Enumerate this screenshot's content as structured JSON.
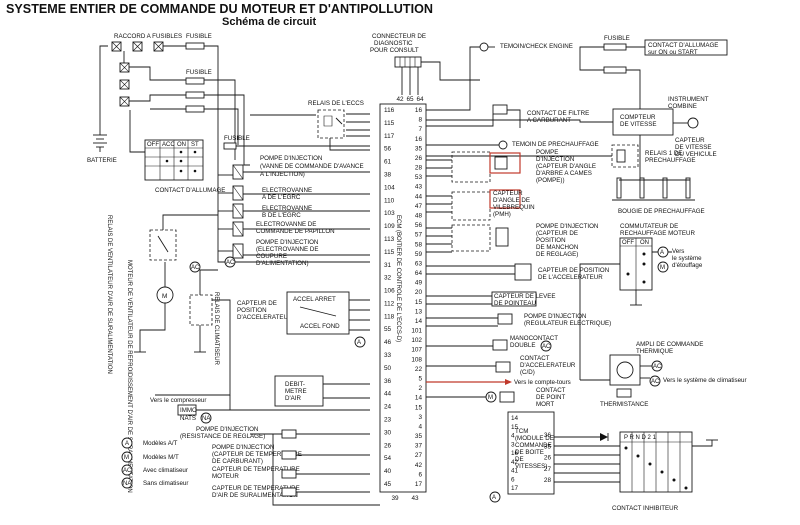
{
  "title": "SYSTEME  ENTIER DE  COMMANDE   DU MOTEUR ET  D'ANTIPOLLUTION",
  "subtitle": "Schéma de circuit",
  "ecm_label": "ECM (BOITIER DE CONTROLE DE L'ECCS-D)",
  "labels": {
    "raccord_fusibles": "RACCORD A FUSIBLES",
    "fusible_1": "FUSIBLE",
    "fusible_2": "FUSIBLE",
    "fusible_3": "FUSIBLE",
    "fusible_4": "FUSIBLE",
    "batterie": "BATTERIE",
    "contact_allumage": "CONTACT D'ALLUMAGE",
    "cle_off": "OFF",
    "cle_acc": "ACC",
    "cle_on": "ON",
    "cle_st": "ST",
    "connecteur_diag_1": "CONNECTEUR DE",
    "connecteur_diag_2": "DIAGNOSTIC",
    "connecteur_diag_3": "POUR CONSULT",
    "relais_eccs": "RELAIS DE L'ECCS",
    "pompe_inj_avance_1": "POMPE D'INJECTION",
    "pompe_inj_avance_2": "(VANNE DE COMMANDE D'AVANCE",
    "pompe_inj_avance_3": "A L'INJECTION)",
    "egrc_a_1": "ELECTROVANNE",
    "egrc_a_2": "A DE L'EGRC",
    "egrc_b_1": "ELECTROVANNE",
    "egrc_b_2": "B DE L'EGRC",
    "papillon_1": "ELECTROVANNE DE",
    "papillon_2": "COMMANDE DE PAPILLON",
    "coupure_1": "POMPE D'INJECTION",
    "coupure_2": "(ELECTROVANNE DE",
    "coupure_3": "COUPURE",
    "coupure_4": "D'ALIMENTATION)",
    "relais_ventilateur": "RELAIS DE VENTILATEUR D'AIR DE SURALIMENTATION",
    "moteur_ventilateur": "MOTEUR DE VENTILATEUR DE REFROIDISSEMENT D'AIR DE SURALIMENTATION",
    "relais_climatiseur": "RELAIS DE CLIMATISEUR",
    "capteur_pos_accel_1": "CAPTEUR DE",
    "capteur_pos_accel_2": "POSITION",
    "capteur_pos_accel_3": "D'ACCELERATEUR",
    "accel_arret": "ACCEL ARRET",
    "accel_fond": "ACCEL FOND",
    "vers_compresseur": "Vers le compresseur",
    "debit_metre_1": "DEBIT-",
    "debit_metre_2": "METRE",
    "debit_metre_3": "D'AIR",
    "immo_nats_1": "IMMO",
    "immo_nats_2": "NATS",
    "na_badge": "NA",
    "pompe_reglage_1": "POMPE D'INJECTION",
    "pompe_reglage_2": "(RESISTANCE DE REGLAGE)",
    "pompe_temp_carb_1": "POMPE D'INJECTION",
    "pompe_temp_carb_2": "(CAPTEUR DE TEMPERATURE",
    "pompe_temp_carb_3": "DE CARBURANT)",
    "temp_moteur_1": "CAPTEUR DE TEMPERATURE",
    "temp_moteur_2": "MOTEUR",
    "temp_air_1": "CAPTEUR DE TEMPERATURE",
    "temp_air_2": "D'AIR DE SURALIMENTATION",
    "legend_a": "Modèles A/T",
    "legend_m": "Modèles M/T",
    "legend_ac": "Avec climatiseur",
    "legend_na": "Sans climatiseur",
    "badge_a": "A",
    "badge_m": "M",
    "badge_ac": "AC",
    "badge_na": "NA",
    "temoin_check": "TEMOIN/CHECK ENGINE",
    "contact_allumage_on_1": "CONTACT D'ALLUMAGE",
    "contact_allumage_on_2": "sur ON ou START",
    "contact_filtre_1": "CONTACT DE FILTRE",
    "contact_filtre_2": "A CARBURANT",
    "instrument_1": "INSTRUMENT",
    "instrument_2": "COMBINE",
    "compteur_vitesse_1": "COMPTEUR",
    "compteur_vitesse_2": "DE VITESSE",
    "capteur_vitesse_1": "CAPTEUR",
    "capteur_vitesse_2": "DE VITESSE",
    "capteur_vitesse_3": "DU VEHICULE",
    "temoin_prechauffage": "TEMOIN DE PRECHAUFFAGE",
    "relais_prechauffage_1": "RELAIS 1 DE",
    "relais_prechauffage_2": "PRECHAUFFAGE",
    "bougie_prechauffage": "BOUGIE DE PRECHAUFFAGE",
    "came_1": "POMPE",
    "came_2": "D'INJECTION",
    "came_3": "(CAPTEUR D'ANGLE",
    "came_4": "D'ARBRE A CAMES",
    "came_5": "(POMPE))",
    "vilebrequin_1": "CAPTEUR",
    "vilebrequin_2": "D'ANGLE DE",
    "vilebrequin_3": "VILEBREQUIN",
    "vilebrequin_4": "(PMH)",
    "manchon_1": "POMPE D'INJECTION",
    "manchon_2": "(CAPTEUR DE",
    "manchon_3": "POSITION",
    "manchon_4": "DE MANCHON",
    "manchon_5": "DE REGLAGE)",
    "commutateur_1": "COMMUTATEUR DE",
    "commutateur_2": "RECHAUFFAGE MOTEUR",
    "commutateur_off": "OFF",
    "commutateur_on": "ON",
    "vers_etouffage_1": "Vers",
    "vers_etouffage_2": "le système",
    "vers_etouffage_3": "d'étouffage",
    "capteur_accel_right_1": "CAPTEUR DE POSITION",
    "capteur_accel_right_2": "DE L'ACCELERATEUR",
    "capteur_levee_1": "CAPTEUR DE LEVEE",
    "capteur_levee_2": "DE POINTEAU",
    "pompe_regulateur_1": "POMPE D'INJECTION",
    "pompe_regulateur_2": "(REGULATEUR ELECTRIQUE)",
    "manocontact_1": "MANOCONTACT",
    "manocontact_2": "DOUBLE",
    "ampli_1": "AMPLI DE COMMANDE",
    "ampli_2": "THERMIQUE",
    "vers_climatiseur": "Vers le système de climatiseur",
    "thermistance": "THERMISTANCE",
    "contact_accel_1": "CONTACT",
    "contact_accel_2": "D'ACCELERATEUR",
    "contact_accel_3": "(C/D)",
    "vers_compte_tours": "Vers le compte-tours",
    "point_mort_1": "CONTACT",
    "point_mort_2": "DE POINT",
    "point_mort_3": "MORT",
    "tcm_1": "TCM",
    "tcm_2": "(MODULE DE",
    "tcm_3": "COMMANDE",
    "tcm_4": "DE BOITE",
    "tcm_5": "DE",
    "tcm_6": "VITESSES)",
    "contact_inhibiteur": "CONTACT INHIBITEUR",
    "inhib_header": "P R N D 2 1"
  },
  "ecm_pins_left": [
    "116",
    "115",
    "117",
    "56",
    "61",
    "38",
    "104",
    "110",
    "103",
    "109",
    "113",
    "115",
    "31",
    "32",
    "106",
    "112",
    "118",
    "55",
    "46",
    "33",
    "50",
    "36",
    "44",
    "24",
    "23",
    "30",
    "26",
    "54",
    "40",
    "45"
  ],
  "ecm_pins_top": [
    "42",
    "65",
    "64"
  ],
  "ecm_pins_bottom": [
    "39",
    "43"
  ],
  "ecm_pins_right": [
    "16",
    "8",
    "7",
    "16",
    "35",
    "26",
    "28",
    "53",
    "43",
    "44",
    "47",
    "48",
    "56",
    "57",
    "58",
    "59",
    "63",
    "64",
    "49",
    "20",
    "15",
    "13",
    "14",
    "101",
    "102",
    "107",
    "108",
    "22",
    "5",
    "2",
    "14",
    "15",
    "3",
    "4",
    "35",
    "37",
    "27",
    "42",
    "6",
    "17"
  ],
  "tcm_pins_left": [
    "14",
    "15",
    "4",
    "3",
    "16",
    "42",
    "41",
    "6",
    "17"
  ],
  "tcm_pins_right": [
    "36",
    "35",
    "26",
    "27",
    "28"
  ]
}
